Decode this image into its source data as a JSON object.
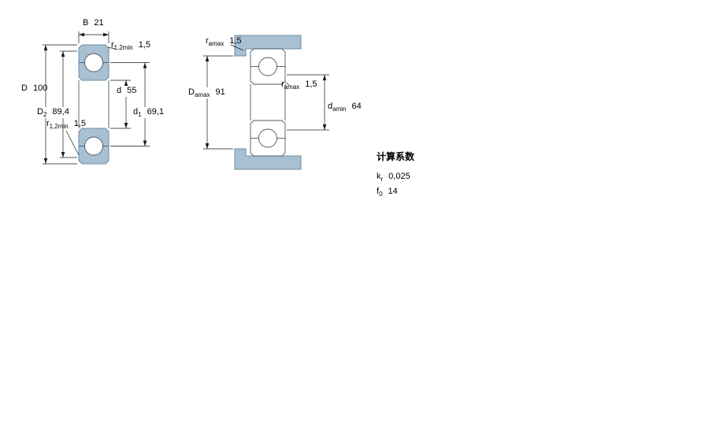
{
  "left_view": {
    "b": {
      "sym": "B",
      "sub": "",
      "val": "21"
    },
    "r_top": {
      "sym": "r",
      "sub": "1,2min",
      "val": "1,5"
    },
    "D": {
      "sym": "D",
      "sub": "",
      "val": "100"
    },
    "d": {
      "sym": "d",
      "sub": "",
      "val": "55"
    },
    "D2": {
      "sym": "D",
      "sub": "2",
      "val": "89,4"
    },
    "d1": {
      "sym": "d",
      "sub": "1",
      "val": "69,1"
    },
    "r_bottom": {
      "sym": "r",
      "sub": "1,2min",
      "val": "1,5"
    }
  },
  "right_view": {
    "r_top": {
      "sym": "r",
      "sub": "amax",
      "val": "1,5"
    },
    "Da": {
      "sym": "D",
      "sub": "amax",
      "val": "91"
    },
    "r_mid": {
      "sym": "r",
      "sub": "amax",
      "val": "1,5"
    },
    "da": {
      "sym": "d",
      "sub": "amin",
      "val": "64"
    }
  },
  "factors": {
    "title": "计算系数",
    "kr": {
      "sym": "k",
      "sub": "r",
      "val": "0,025"
    },
    "f0": {
      "sym": "f",
      "sub": "0",
      "val": "14"
    }
  },
  "colors": {
    "section_fill": "#a9c0d2",
    "section_stroke": "#6e8ca1",
    "dimension_line": "#1a1a1a"
  }
}
